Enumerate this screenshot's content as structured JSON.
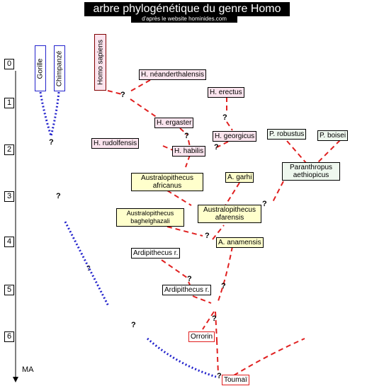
{
  "title": "arbre phylogénétique du genre Homo",
  "subtitle": "d'après le website hominides.com",
  "axis": {
    "ticks": [
      "0",
      "1",
      "2",
      "3",
      "4",
      "5",
      "6"
    ],
    "unit": "MA"
  },
  "vertical_labels": {
    "gorille": "Gorille",
    "chimpanze": "Chimpanzé",
    "sapiens": "Homo sapiens"
  },
  "nodes": {
    "neanderthalensis": "H. néanderthalensis",
    "erectus": "H. erectus",
    "ergaster": "H. ergaster",
    "georgicus": "H. georgicus",
    "rudolfensis": "H. rudolfensis",
    "habilis": "H. habilis",
    "robustus": "P. robustus",
    "boisei": "P. boisei",
    "aethiopicus_1": "Paranthropus",
    "aethiopicus_2": "aethiopicus",
    "africanus_1": "Australopithecus",
    "africanus_2": "africanus",
    "garhi": "A. garhi",
    "afarensis_1": "Australopithecus",
    "afarensis_2": "afarensis",
    "bahrelghazali_1": "Australopithecus",
    "bahrelghazali_2": "baghelghazali",
    "anamensis": "A. anamensis",
    "ardipithecus_1": "Ardipithecus r.",
    "ardipithecus_2": "Ardipithecus r.",
    "orrorin": "Orrorin",
    "toumai": "Toumaï"
  },
  "question_mark": "?",
  "colors": {
    "hominin_line": "#e02020",
    "ape_line": "#2222cc",
    "homo_fill": "#fbe4ee",
    "australopith_fill": "#ffffcc",
    "paranthropus_fill": "#eef7ee"
  }
}
